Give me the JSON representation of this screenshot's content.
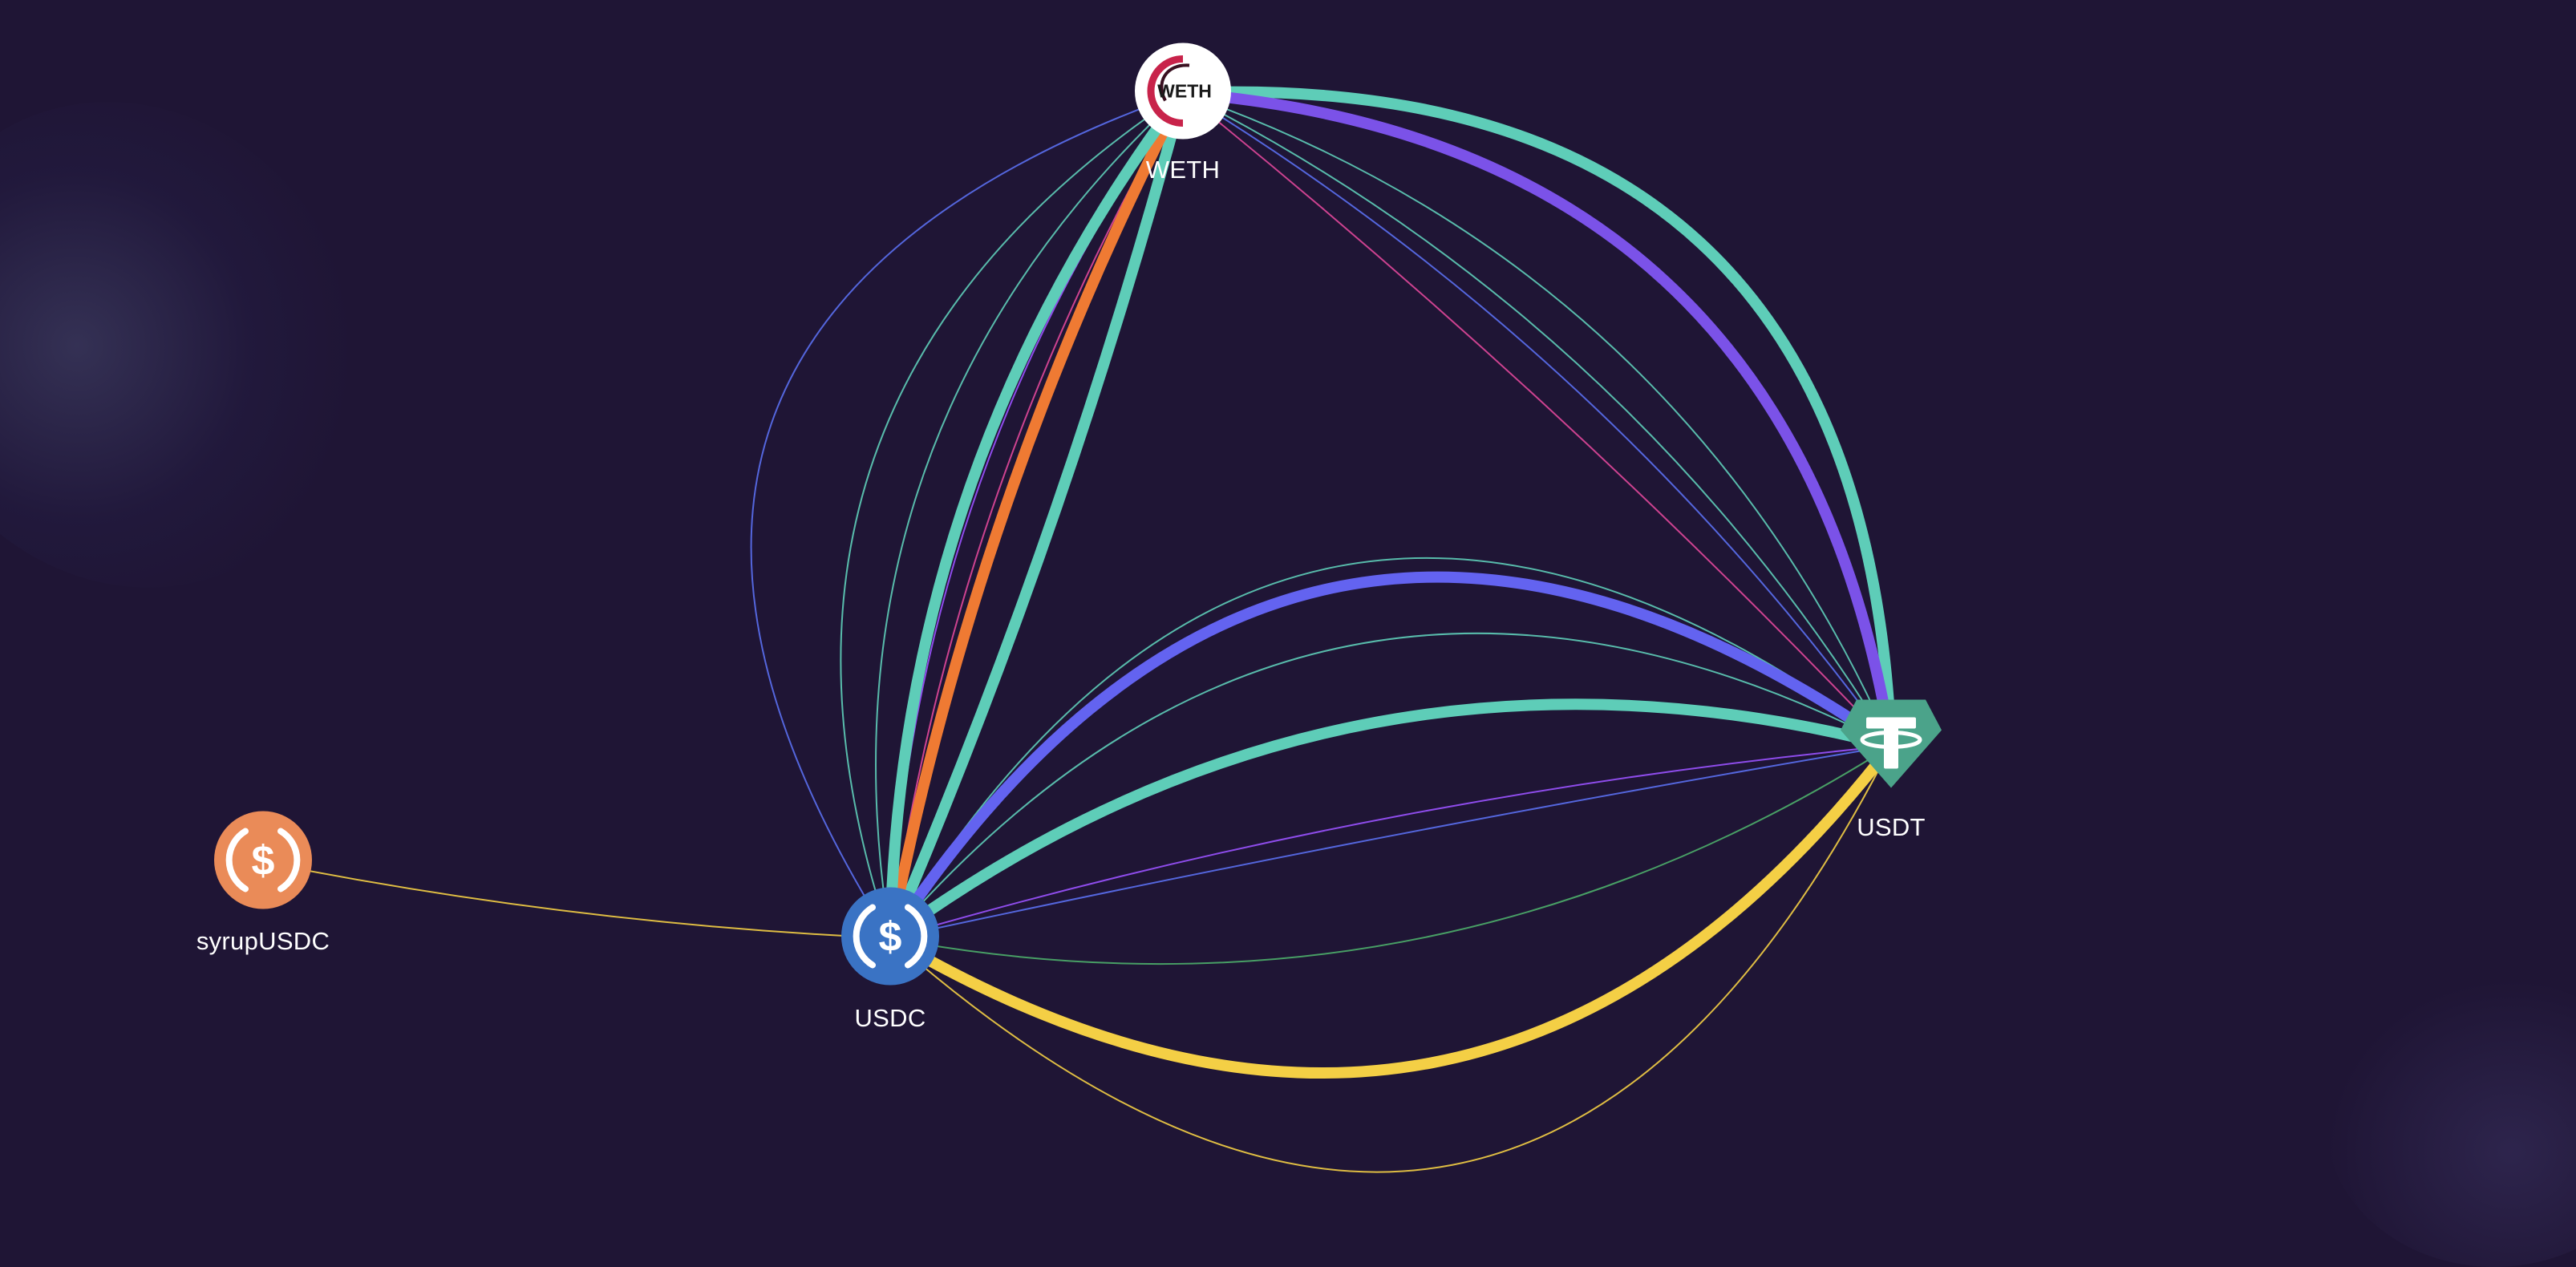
{
  "nodes": [
    {
      "id": "weth",
      "label": "WETH",
      "icon": "weth-icon",
      "icon_text": "WETH",
      "color": "#ffffff",
      "accent": "#c8234a"
    },
    {
      "id": "usdt",
      "label": "USDT",
      "icon": "tether-icon",
      "icon_text": "T",
      "color": "#4ba38a"
    },
    {
      "id": "usdc",
      "label": "USDC",
      "icon": "usd-coin-icon",
      "icon_text": "$",
      "color": "#3a73c4"
    },
    {
      "id": "syrupusdc",
      "label": "syrupUSDC",
      "icon": "syrup-usd-coin-icon",
      "icon_text": "$",
      "color": "#ea8b58"
    }
  ],
  "edge_colors": {
    "teal": "#5ecdb8",
    "purple": "#7b52e8",
    "indigo": "#6363f0",
    "orange": "#ef7a33",
    "yellow": "#f4cf45",
    "blue": "#5a6ff0",
    "pink": "#e0479a",
    "green": "#4cae6a",
    "violet": "#9a52ff"
  },
  "edges": [
    {
      "from": "weth",
      "to": "usdt",
      "color": "teal",
      "weight": "heavy"
    },
    {
      "from": "weth",
      "to": "usdt",
      "color": "purple",
      "weight": "heavy"
    },
    {
      "from": "weth",
      "to": "usdt",
      "color": "pink",
      "weight": "thin"
    },
    {
      "from": "weth",
      "to": "usdt",
      "color": "teal",
      "weight": "thin"
    },
    {
      "from": "weth",
      "to": "usdt",
      "color": "blue",
      "weight": "thin"
    },
    {
      "from": "weth",
      "to": "usdt",
      "color": "teal",
      "weight": "thin"
    },
    {
      "from": "weth",
      "to": "usdc",
      "color": "teal",
      "weight": "heavy"
    },
    {
      "from": "weth",
      "to": "usdc",
      "color": "orange",
      "weight": "heavy"
    },
    {
      "from": "weth",
      "to": "usdc",
      "color": "teal",
      "weight": "heavy"
    },
    {
      "from": "weth",
      "to": "usdc",
      "color": "blue",
      "weight": "thin"
    },
    {
      "from": "weth",
      "to": "usdc",
      "color": "teal",
      "weight": "thin"
    },
    {
      "from": "weth",
      "to": "usdc",
      "color": "teal",
      "weight": "thin"
    },
    {
      "from": "weth",
      "to": "usdc",
      "color": "violet",
      "weight": "thin"
    },
    {
      "from": "weth",
      "to": "usdc",
      "color": "pink",
      "weight": "thin"
    },
    {
      "from": "usdc",
      "to": "usdt",
      "color": "indigo",
      "weight": "heavy"
    },
    {
      "from": "usdc",
      "to": "usdt",
      "color": "teal",
      "weight": "heavy"
    },
    {
      "from": "usdc",
      "to": "usdt",
      "color": "yellow",
      "weight": "heavy"
    },
    {
      "from": "usdc",
      "to": "usdt",
      "color": "teal",
      "weight": "thin"
    },
    {
      "from": "usdc",
      "to": "usdt",
      "color": "teal",
      "weight": "thin"
    },
    {
      "from": "usdc",
      "to": "usdt",
      "color": "violet",
      "weight": "thin"
    },
    {
      "from": "usdc",
      "to": "usdt",
      "color": "blue",
      "weight": "thin"
    },
    {
      "from": "usdc",
      "to": "usdt",
      "color": "green",
      "weight": "thin"
    },
    {
      "from": "usdc",
      "to": "usdt",
      "color": "yellow",
      "weight": "thin"
    },
    {
      "from": "syrupusdc",
      "to": "usdc",
      "color": "yellow",
      "weight": "thin"
    }
  ]
}
